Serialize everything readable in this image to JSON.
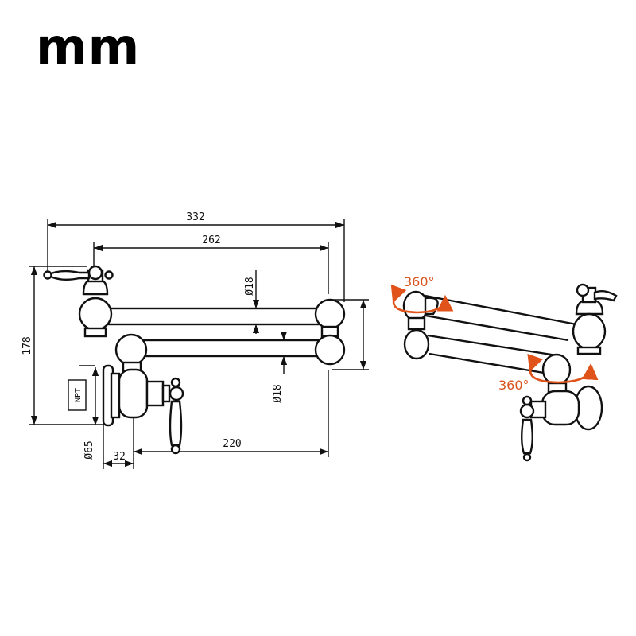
{
  "unit_label": "mm",
  "dimensions": {
    "overall_length": "332",
    "upper_arm_length": "262",
    "lower_arm_length": "220",
    "height": "178",
    "upper_pipe_diameter": "Ø18",
    "lower_pipe_diameter": "Ø18",
    "escutcheon_diameter": "Ø65",
    "wall_offset": "32"
  },
  "thread_label": "NPT",
  "rotation": {
    "top_joint": "360°",
    "base_joint": "360°"
  },
  "colors": {
    "line": "#111111",
    "rotation_arrow": "#e0531a"
  }
}
